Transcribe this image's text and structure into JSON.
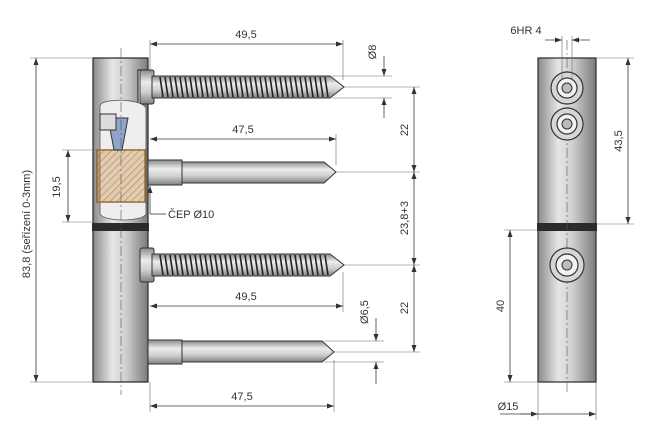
{
  "drawing": {
    "front_view": {
      "dims": {
        "screw_top_length": "49,5",
        "screw_top_dia": "Ø8",
        "pin_top_length": "47,5",
        "pin_top_spacing": "22",
        "adjust_height": "19,5",
        "pin_note": "ČEP Ø10",
        "middle_spacing": "23,8+3",
        "overall_height": "83,8 (seřízení 0-3mm)",
        "screw_bottom_length": "49,5",
        "pin_bottom_dia": "Ø6,5",
        "pin_bottom_spacing": "22",
        "pin_bottom_length": "47,5"
      }
    },
    "side_view": {
      "dims": {
        "hex_socket": "6HR 4",
        "upper_length": "43,5",
        "lower_length": "40",
        "diameter": "Ø15"
      }
    }
  },
  "colors": {
    "metal_light": "#dcdcdc",
    "metal_dark": "#8c8c8c",
    "bronze": "#b07a3a",
    "line": "#333333"
  }
}
